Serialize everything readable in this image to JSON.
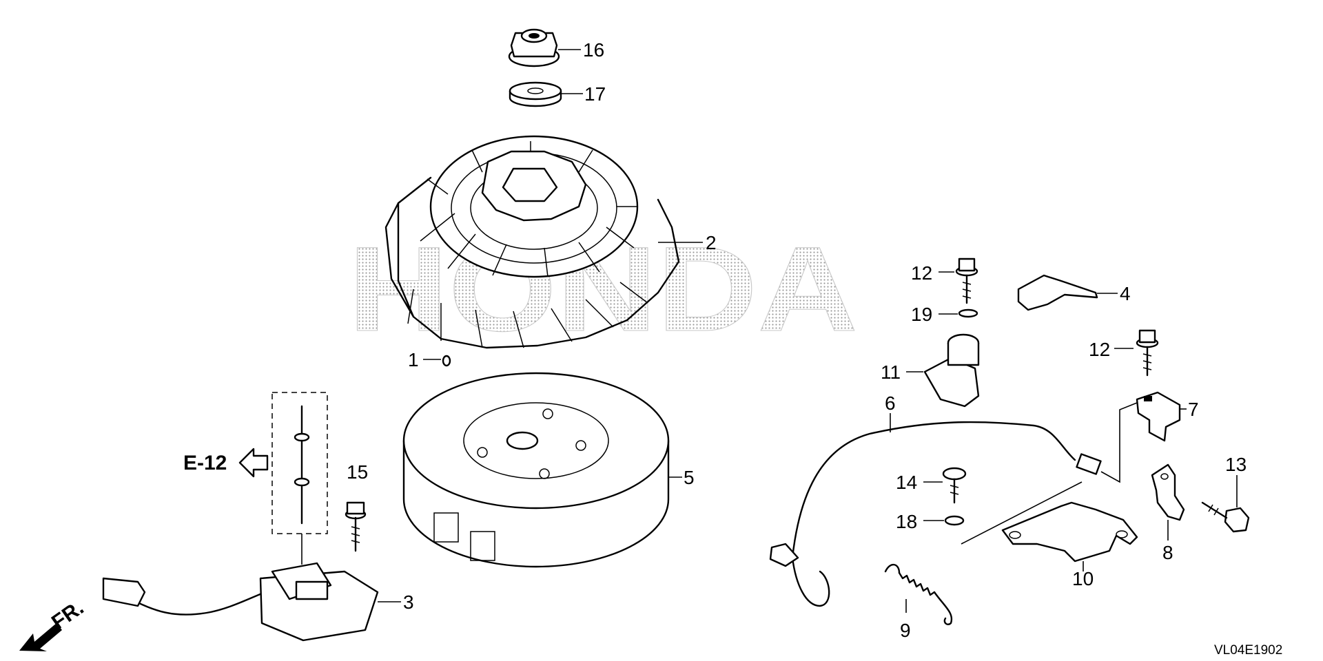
{
  "watermark": "HONDA",
  "drawing_code": "VL04E1902",
  "front_label": "FR.",
  "ref_label": "E-12",
  "callouts": {
    "c1": "1",
    "c2": "2",
    "c3": "3",
    "c4": "4",
    "c5": "5",
    "c6": "6",
    "c7": "7",
    "c8": "8",
    "c9": "9",
    "c10": "10",
    "c11": "11",
    "c12a": "12",
    "c12b": "12",
    "c13": "13",
    "c14": "14",
    "c15": "15",
    "c16": "16",
    "c17": "17",
    "c18": "18",
    "c19": "19"
  },
  "colors": {
    "line": "#000000",
    "background": "#ffffff",
    "watermark": "#bdbdbd"
  }
}
